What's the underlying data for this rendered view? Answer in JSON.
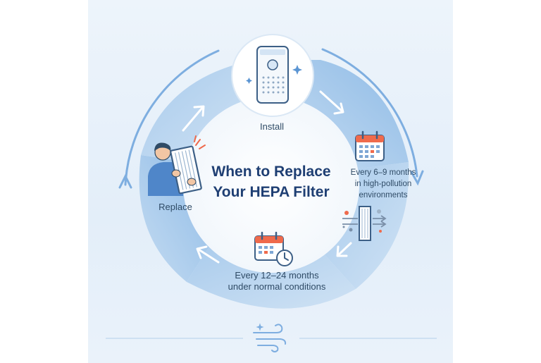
{
  "title": {
    "line1": "When to Replace",
    "line2": "Your HEPA Filter"
  },
  "stages": {
    "install": "Install",
    "high_pollution": [
      "Every 6–9 months",
      "in high-pollution",
      "environments"
    ],
    "normal": [
      "Every 12–24 months",
      "under normal conditions"
    ],
    "replace": "Replace"
  },
  "icons": [
    "air-purifier-icon",
    "calendar-icon",
    "filter-airflow-icon",
    "calendar-clock-icon",
    "person-holding-filter-icon",
    "wind-icon"
  ],
  "colors": {
    "ring_light": "#cfe2f4",
    "ring_dark": "#9fc4e8",
    "arrow": "#5b95d3",
    "title": "#1f3f73",
    "calendar_red": "#ef6a4c"
  }
}
